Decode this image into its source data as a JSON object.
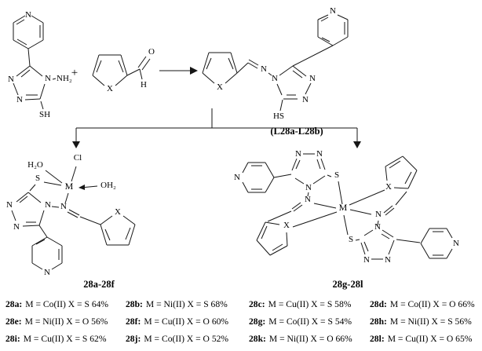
{
  "scheme": {
    "plus_sign": "+",
    "ligand_label": "(L28a-L28b)",
    "left_complex_label": "28a-28f",
    "right_complex_label": "28g-28l"
  },
  "labels": {
    "n": "N",
    "s": "S",
    "o": "O",
    "h": "H",
    "x": "X",
    "m": "M",
    "cl": "Cl",
    "sh": "SH",
    "hs": "HS",
    "nh2": "NH₂",
    "h2o": "H₂O",
    "oh2": "OH₂"
  },
  "compounds": {
    "rows": [
      [
        {
          "id": "28a:",
          "text": "M = Co(II) X = S 64%"
        },
        {
          "id": "28b:",
          "text": "M = Ni(II) X = S 68%"
        },
        {
          "id": "28c:",
          "text": "M = Cu(II) X = S 58%"
        },
        {
          "id": "28d:",
          "text": "M = Co(II) X = O 66%"
        }
      ],
      [
        {
          "id": "28e:",
          "text": "M = Ni(II) X = O 56%"
        },
        {
          "id": "28f:",
          "text": "M = Cu(II) X = O 60%"
        },
        {
          "id": "28g:",
          "text": "M = Co(II) X = S 54%"
        },
        {
          "id": "28h:",
          "text": "M = Ni(II) X = S 56%"
        }
      ],
      [
        {
          "id": "28i:",
          "text": "M = Cu(II) X = S 62%"
        },
        {
          "id": "28j:",
          "text": "M = Co(II) X = O 52%"
        },
        {
          "id": "28k:",
          "text": "M = Ni(II) X = O 66%"
        },
        {
          "id": "28l:",
          "text": "M = Cu(II) X = O 65%"
        }
      ]
    ]
  }
}
